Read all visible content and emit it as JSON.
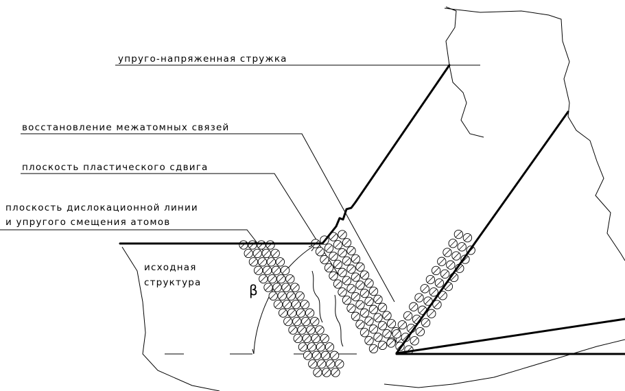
{
  "labels": {
    "chip": "упруго-напряженная стружка",
    "bonds": "восстановление межатомных связей",
    "shear": "плоскость пластического сдвига",
    "dislocation_1": "плоскость дислокационной линии",
    "dislocation_2": "и упругого смещения атомов",
    "structure_1": "исходная",
    "structure_2": "структура",
    "angle": "β"
  }
}
